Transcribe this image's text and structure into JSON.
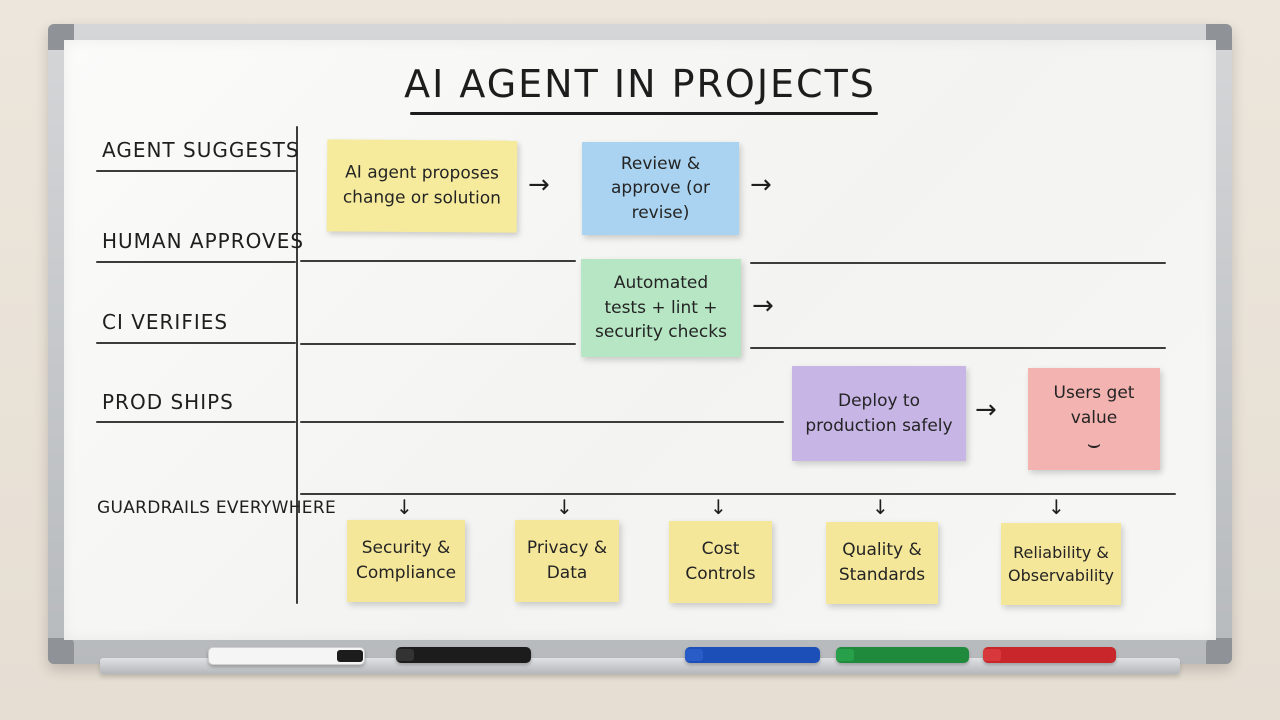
{
  "title": "AI AGENT IN PROJECTS",
  "lanes": [
    "AGENT SUGGESTS",
    "HUMAN APPROVES",
    "CI VERIFIES",
    "PROD SHIPS",
    "GUARDRAILS EVERYWHERE"
  ],
  "flow": [
    {
      "text": "AI agent proposes change or solution",
      "color": "#f6eb9c"
    },
    {
      "text": "Review & approve (or revise)",
      "color": "#a9d3f0"
    },
    {
      "text": "Automated tests + lint + security checks",
      "color": "#b6e6c3"
    },
    {
      "text": "Deploy to production safely",
      "color": "#c7b5e6"
    },
    {
      "text": "Users get value",
      "emoji": "⌣",
      "color": "#f3b3b0"
    }
  ],
  "guardrails": [
    {
      "text": "Security & Compliance",
      "color": "#f5e79a"
    },
    {
      "text": "Privacy & Data",
      "color": "#f5e79a"
    },
    {
      "text": "Cost Controls",
      "color": "#f5e79a"
    },
    {
      "text": "Quality & Standards",
      "color": "#f5e79a"
    },
    {
      "text": "Reliability & Observability",
      "color": "#f5e79a"
    }
  ],
  "markers": [
    {
      "name": "white-marker",
      "color": "#f7f7f7",
      "cap": "#1c1c1c"
    },
    {
      "name": "black-marker",
      "color": "#1c1c1c",
      "cap": "#1c1c1c"
    },
    {
      "name": "blue-marker",
      "color": "#1d4fb8",
      "cap": "#1d4fb8"
    },
    {
      "name": "green-marker",
      "color": "#1f8a3c",
      "cap": "#1f8a3c"
    },
    {
      "name": "red-marker",
      "color": "#c8262a",
      "cap": "#c8262a"
    }
  ]
}
